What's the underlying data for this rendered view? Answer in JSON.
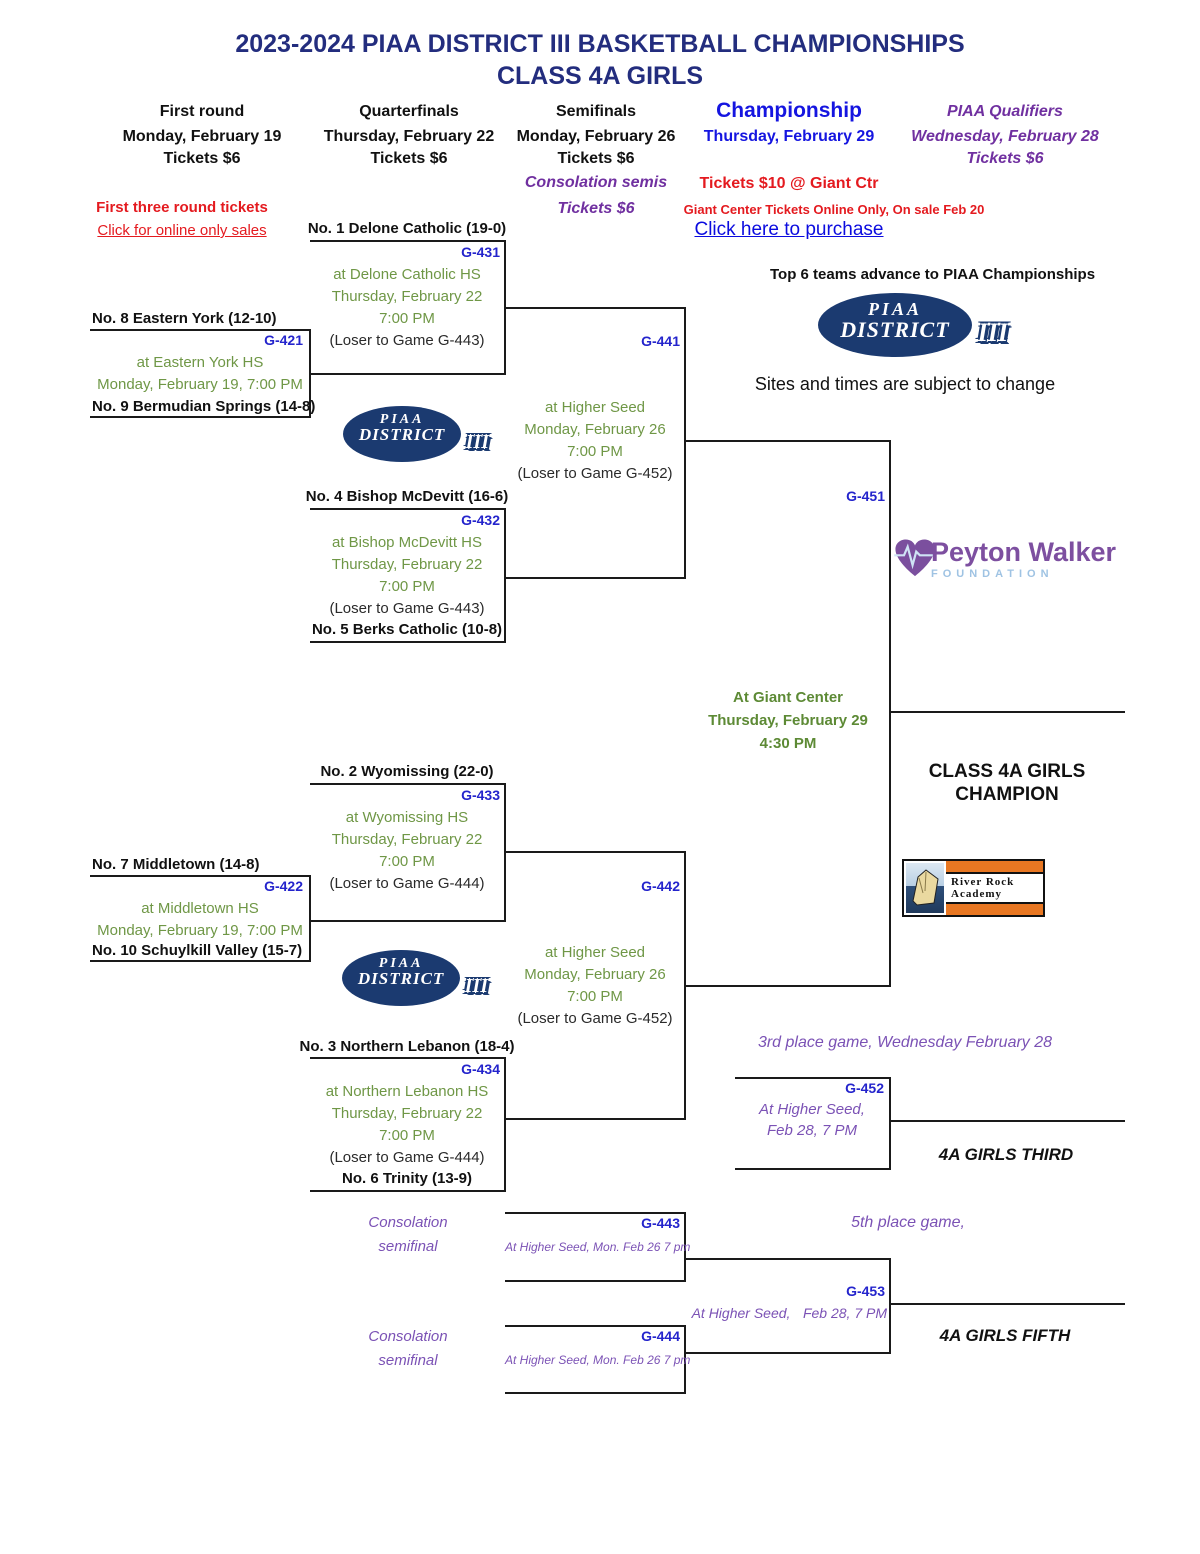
{
  "header": {
    "title_line1": "2023-2024 PIAA DISTRICT III BASKETBALL CHAMPIONSHIPS",
    "title_line2": "CLASS 4A GIRLS"
  },
  "rounds": [
    {
      "name": "First round",
      "date": "Monday, February 19",
      "tickets": "Tickets $6"
    },
    {
      "name": "Quarterfinals",
      "date": "Thursday, February 22",
      "tickets": "Tickets $6"
    },
    {
      "name": "Semifinals",
      "date": "Monday, February 26",
      "tickets": "Tickets $6",
      "extra1": "Consolation semis",
      "extra2": "Tickets $6"
    },
    {
      "name": "Championship",
      "date": "Thursday, February 29",
      "tickets": "Tickets $10 @ Giant Ctr",
      "note": "Giant Center Tickets Online Only, On sale Feb 20",
      "link": "Click here to purchase"
    },
    {
      "name": "PIAA Qualifiers",
      "date": "Wednesday, February 28",
      "tickets": "Tickets $6"
    }
  ],
  "notes": {
    "first_three": "First three round tickets",
    "click_online": "Click for online only sales",
    "top6": "Top 6 teams advance to PIAA Championships",
    "sites": "Sites and times are subject to change"
  },
  "games": {
    "g421": {
      "label": "G-421",
      "seed_top": "No. 8 Eastern York (12-10)",
      "venue": "at Eastern York HS",
      "datetime": "Monday, February 19, 7:00 PM",
      "seed_bottom": "No. 9 Bermudian Springs (14-8)"
    },
    "g422": {
      "label": "G-422",
      "seed_top": "No. 7 Middletown (14-8)",
      "venue": "at Middletown HS",
      "datetime": "Monday, February 19, 7:00 PM",
      "seed_bottom": "No. 10 Schuylkill Valley (15-7)"
    },
    "g431": {
      "label": "G-431",
      "seed_top": "No. 1 Delone Catholic (19-0)",
      "venue": "at Delone Catholic HS",
      "date": "Thursday, February 22",
      "time": "7:00 PM",
      "loser": "(Loser to Game G-443)"
    },
    "g432": {
      "label": "G-432",
      "seed_top": "No. 4 Bishop McDevitt (16-6)",
      "venue": "at Bishop McDevitt HS",
      "date": "Thursday, February 22",
      "time": "7:00 PM",
      "loser": "(Loser to Game G-443)",
      "seed_bottom": "No. 5 Berks Catholic (10-8)"
    },
    "g433": {
      "label": "G-433",
      "seed_top": "No. 2 Wyomissing (22-0)",
      "venue": "at Wyomissing HS",
      "date": "Thursday, February 22",
      "time": "7:00 PM",
      "loser": "(Loser to Game G-444)"
    },
    "g434": {
      "label": "G-434",
      "seed_top": "No. 3 Northern Lebanon (18-4)",
      "venue": "at Northern Lebanon HS",
      "date": "Thursday, February 22",
      "time": "7:00 PM",
      "loser": "(Loser to Game G-444)",
      "seed_bottom": "No. 6 Trinity (13-9)"
    },
    "g441": {
      "label": "G-441",
      "venue": "at Higher Seed",
      "date": "Monday, February 26",
      "time": "7:00 PM",
      "loser": "(Loser to Game G-452)"
    },
    "g442": {
      "label": "G-442",
      "venue": "at Higher Seed",
      "date": "Monday, February 26",
      "time": "7:00 PM",
      "loser": "(Loser to Game G-452)"
    },
    "g451": {
      "label": "G-451",
      "venue": "At Giant Center",
      "date": "Thursday, February 29",
      "time": "4:30 PM"
    },
    "g452": {
      "label": "G-452",
      "heading": "3rd place game, Wednesday February 28",
      "line1": "At Higher Seed,",
      "line2": "Feb 28, 7 PM"
    },
    "g443": {
      "label": "G-443",
      "tag1": "Consolation",
      "tag2": "semifinal",
      "note": "At Higher Seed, Mon. Feb 26 7 pm"
    },
    "g444": {
      "label": "G-444",
      "tag1": "Consolation",
      "tag2": "semifinal",
      "note": "At Higher Seed, Mon. Feb 26 7 pm"
    },
    "g453": {
      "label": "G-453",
      "heading": "5th place game,",
      "left": "At Higher Seed,",
      "right": "Feb 28, 7 PM"
    }
  },
  "results": {
    "champion1": "CLASS 4A GIRLS",
    "champion2": "CHAMPION",
    "third": "4A GIRLS THIRD",
    "fifth": "4A GIRLS FIFTH"
  },
  "logos": {
    "piaa": {
      "line1": "PIAA",
      "line2": "DISTRICT",
      "line3": "III"
    },
    "peyton": {
      "name": "Peyton Walker",
      "sub": "FOUNDATION"
    },
    "riverrock": {
      "line1": "River Rock",
      "line2": "Academy"
    }
  },
  "colors": {
    "title_navy": "#232d7e",
    "championship_blue": "#1515e0",
    "game_label_blue": "#2424cc",
    "info_green": "#6f9746",
    "header_purple": "#7030a0",
    "consolation_purple": "#7b52b5",
    "alert_red": "#e41a1f",
    "link_blue": "#0b0bdf",
    "piaa_navy": "#1b3a70",
    "peyton_purple": "#7d4fa0",
    "riverrock_orange": "#e87722"
  }
}
